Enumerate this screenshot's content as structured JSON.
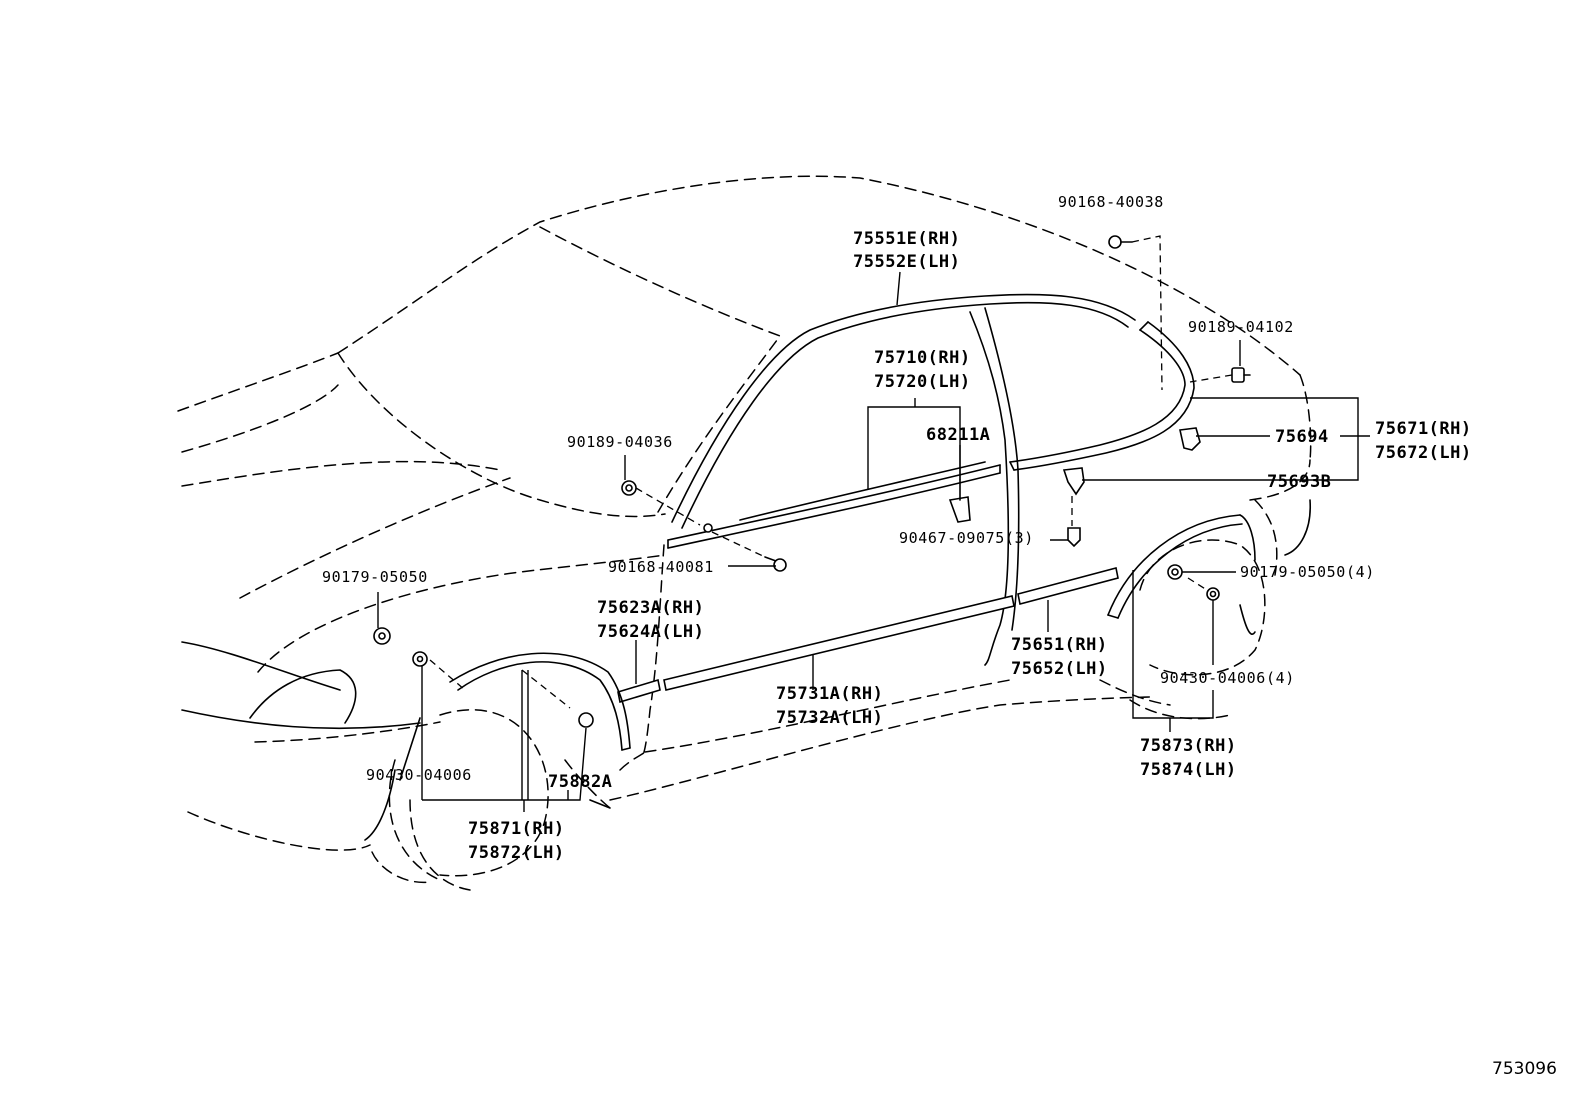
{
  "diagram_code": "753096",
  "labels": {
    "p90168_40038": "90168-40038",
    "p75551e": "75551E(RH)",
    "p75552e": "75552E(LH)",
    "p90189_04102": "90189-04102",
    "p75710": "75710(RH)",
    "p75720": "75720(LH)",
    "p68211a": "68211A",
    "p75694": "75694",
    "p75671": "75671(RH)",
    "p75672": "75672(LH)",
    "p90189_04036": "90189-04036",
    "p75693b": "75693B",
    "p90467_09075": "90467-09075(3)",
    "p90168_40081": "90168-40081",
    "p90179_05050_r": "90179-05050(4)",
    "p90179_05050_l": "90179-05050",
    "p75623a": "75623A(RH)",
    "p75624a": "75624A(LH)",
    "p75651": "75651(RH)",
    "p75652": "75652(LH)",
    "p90430_04006_r": "90430-04006(4)",
    "p75731a": "75731A(RH)",
    "p75732a": "75732A(LH)",
    "p75873": "75873(RH)",
    "p75874": "75874(LH)",
    "p90430_04006_l": "90430-04006",
    "p75882a": "75882A",
    "p75871": "75871(RH)",
    "p75872": "75872(LH)"
  }
}
